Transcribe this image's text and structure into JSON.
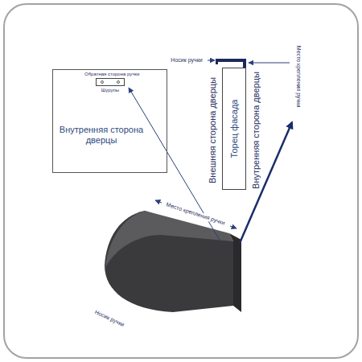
{
  "diagram": {
    "nodes": [
      {
        "text": [
          "Внутренняя сторона дверцы"
        ]
      },
      {
        "text": [
          "Обратная сторона ручки"
        ],
        "in": 0
      },
      {
        "text": [
          "Торец фасада"
        ]
      }
    ],
    "labels": [
      "Шурупы",
      "Носик ручки",
      "Внешняя сторона дверцы",
      "Внутренняя сторона дверцы",
      "Место крепления ручки",
      "Место крепления ручки",
      "Носик ручки"
    ]
  }
}
